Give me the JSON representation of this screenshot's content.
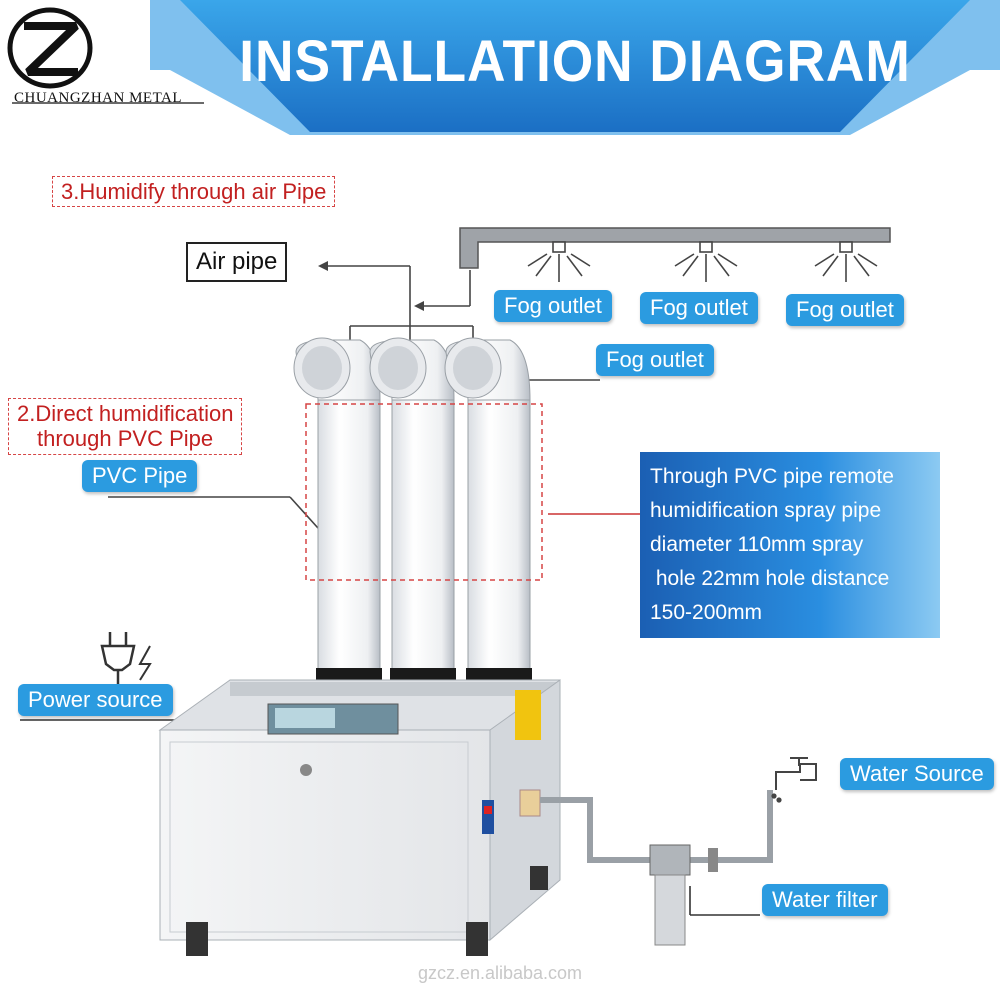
{
  "header": {
    "title": "INSTALLATION DIAGRAM"
  },
  "logo": {
    "brand": "CHUANGZHAN METAL"
  },
  "labels": {
    "humidify_air_pipe": "3.Humidify through air Pipe",
    "air_pipe": "Air pipe",
    "fog_outlet_1": "Fog outlet",
    "fog_outlet_2": "Fog outlet",
    "fog_outlet_3": "Fog outlet",
    "fog_outlet_main": "Fog outlet",
    "direct_humid_line1": "2.Direct humidification",
    "direct_humid_line2": "through PVC Pipe",
    "pvc_pipe": "PVC  Pipe",
    "power_source": "Power source",
    "water_source": "Water Source",
    "water_filter": "Water filter"
  },
  "info_panel": {
    "lines": [
      "Through PVC pipe remote",
      "humidification spray pipe",
      "diameter 110mm spray",
      " hole 22mm hole distance",
      "150-200mm"
    ]
  },
  "watermark": "gzcz.en.alibaba.com",
  "colors": {
    "banner": "#1f7fd0",
    "tag_blue": "#2b9be0",
    "red_label": "#c22020",
    "panel_blue": "#2a8ee0"
  }
}
